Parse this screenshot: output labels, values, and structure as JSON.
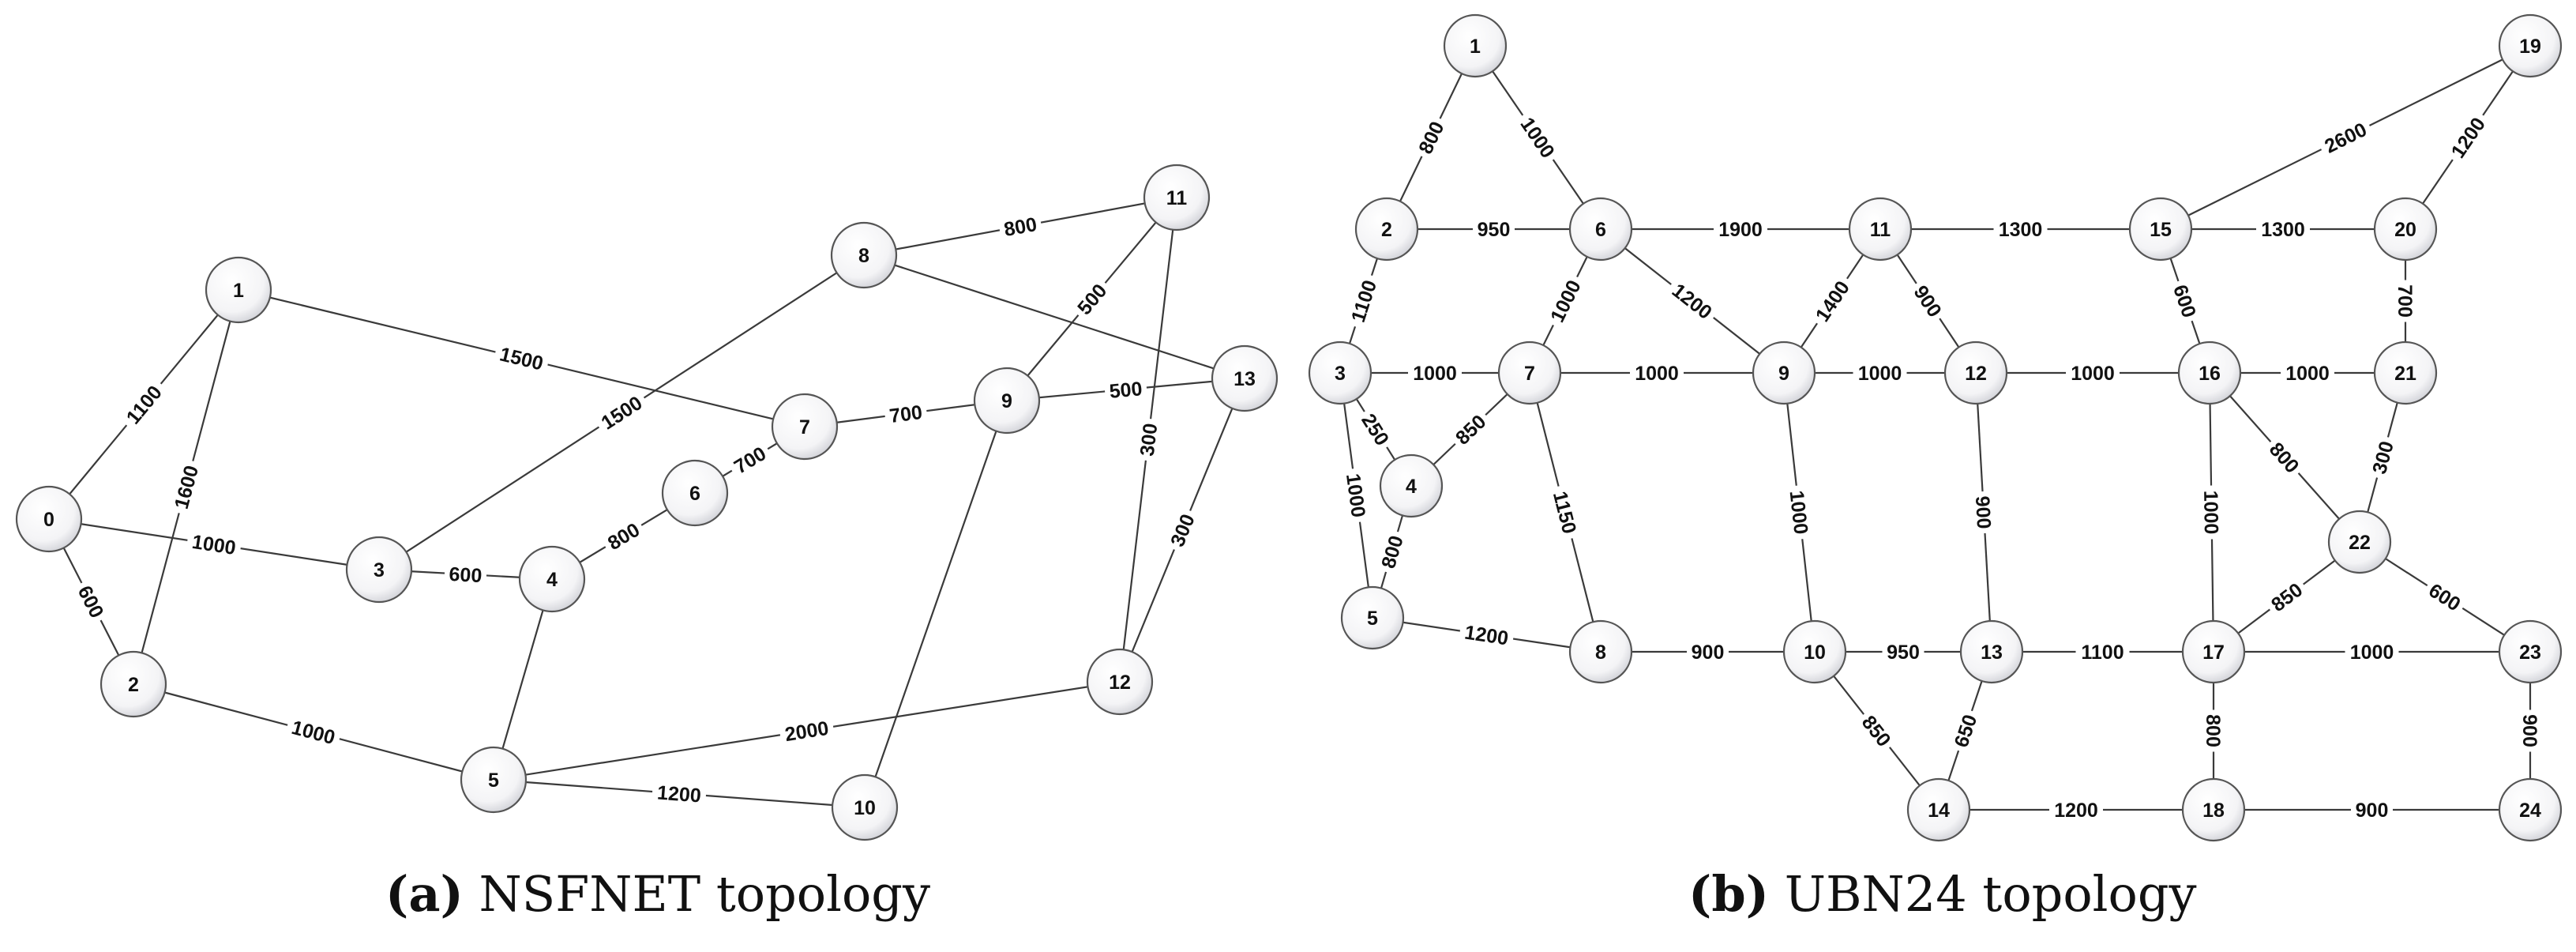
{
  "panels": [
    {
      "id": "a",
      "caption_tag": "(a)",
      "caption_text": " NSFNET topology",
      "nodes": [
        "0",
        "1",
        "2",
        "3",
        "4",
        "5",
        "6",
        "7",
        "8",
        "9",
        "10",
        "11",
        "12",
        "13"
      ],
      "edges": [
        {
          "from": "0",
          "to": "1",
          "label": "1100"
        },
        {
          "from": "0",
          "to": "2",
          "label": "600"
        },
        {
          "from": "0",
          "to": "3",
          "label": "1000"
        },
        {
          "from": "1",
          "to": "2",
          "label": "1600"
        },
        {
          "from": "1",
          "to": "7",
          "label": "1500"
        },
        {
          "from": "2",
          "to": "5",
          "label": "1000"
        },
        {
          "from": "3",
          "to": "4",
          "label": "600"
        },
        {
          "from": "3",
          "to": "8",
          "label": "1500"
        },
        {
          "from": "4",
          "to": "6",
          "label": "800"
        },
        {
          "from": "4",
          "to": "5",
          "label": ""
        },
        {
          "from": "6",
          "to": "7",
          "label": "700"
        },
        {
          "from": "7",
          "to": "9",
          "label": "700"
        },
        {
          "from": "8",
          "to": "11",
          "label": "800"
        },
        {
          "from": "8",
          "to": "13",
          "label": ""
        },
        {
          "from": "9",
          "to": "11",
          "label": "500"
        },
        {
          "from": "9",
          "to": "13",
          "label": "500"
        },
        {
          "from": "9",
          "to": "10",
          "label": ""
        },
        {
          "from": "11",
          "to": "12",
          "label": "300"
        },
        {
          "from": "13",
          "to": "12",
          "label": "300"
        },
        {
          "from": "5",
          "to": "12",
          "label": "2000"
        },
        {
          "from": "5",
          "to": "10",
          "label": "1200"
        }
      ]
    },
    {
      "id": "b",
      "caption_tag": "(b)",
      "caption_text": " UBN24 topology",
      "nodes": [
        "1",
        "2",
        "3",
        "4",
        "5",
        "6",
        "7",
        "8",
        "9",
        "10",
        "11",
        "12",
        "13",
        "14",
        "15",
        "16",
        "17",
        "18",
        "19",
        "20",
        "21",
        "22",
        "23",
        "24"
      ],
      "edges": [
        {
          "from": "1",
          "to": "2",
          "label": "800"
        },
        {
          "from": "1",
          "to": "6",
          "label": "1000"
        },
        {
          "from": "2",
          "to": "6",
          "label": "950"
        },
        {
          "from": "2",
          "to": "3",
          "label": "1100"
        },
        {
          "from": "3",
          "to": "7",
          "label": "1000"
        },
        {
          "from": "3",
          "to": "4",
          "label": "250"
        },
        {
          "from": "3",
          "to": "5",
          "label": "1000"
        },
        {
          "from": "4",
          "to": "7",
          "label": "850"
        },
        {
          "from": "4",
          "to": "5",
          "label": "800"
        },
        {
          "from": "5",
          "to": "8",
          "label": "1200"
        },
        {
          "from": "6",
          "to": "11",
          "label": "1900"
        },
        {
          "from": "6",
          "to": "7",
          "label": "1000"
        },
        {
          "from": "6",
          "to": "9",
          "label": "1200"
        },
        {
          "from": "7",
          "to": "9",
          "label": "1000"
        },
        {
          "from": "7",
          "to": "8",
          "label": "1150"
        },
        {
          "from": "8",
          "to": "10",
          "label": "900"
        },
        {
          "from": "9",
          "to": "11",
          "label": "1400"
        },
        {
          "from": "9",
          "to": "12",
          "label": "1000"
        },
        {
          "from": "9",
          "to": "10",
          "label": "1000"
        },
        {
          "from": "10",
          "to": "13",
          "label": "950"
        },
        {
          "from": "10",
          "to": "14",
          "label": "850"
        },
        {
          "from": "11",
          "to": "15",
          "label": "1300"
        },
        {
          "from": "11",
          "to": "12",
          "label": "900"
        },
        {
          "from": "12",
          "to": "16",
          "label": "1000"
        },
        {
          "from": "12",
          "to": "13",
          "label": "900"
        },
        {
          "from": "13",
          "to": "17",
          "label": "1100"
        },
        {
          "from": "13",
          "to": "14",
          "label": "650"
        },
        {
          "from": "14",
          "to": "18",
          "label": "1200"
        },
        {
          "from": "15",
          "to": "20",
          "label": "1300"
        },
        {
          "from": "15",
          "to": "19",
          "label": "2600"
        },
        {
          "from": "15",
          "to": "16",
          "label": "600"
        },
        {
          "from": "16",
          "to": "21",
          "label": "1000"
        },
        {
          "from": "16",
          "to": "17",
          "label": "1000"
        },
        {
          "from": "16",
          "to": "22",
          "label": "800"
        },
        {
          "from": "17",
          "to": "22",
          "label": "850"
        },
        {
          "from": "17",
          "to": "23",
          "label": "1000"
        },
        {
          "from": "17",
          "to": "18",
          "label": "800"
        },
        {
          "from": "18",
          "to": "24",
          "label": "900"
        },
        {
          "from": "19",
          "to": "20",
          "label": "1200"
        },
        {
          "from": "20",
          "to": "21",
          "label": "700"
        },
        {
          "from": "21",
          "to": "22",
          "label": "300"
        },
        {
          "from": "22",
          "to": "23",
          "label": "600"
        },
        {
          "from": "23",
          "to": "24",
          "label": "900"
        }
      ]
    }
  ]
}
